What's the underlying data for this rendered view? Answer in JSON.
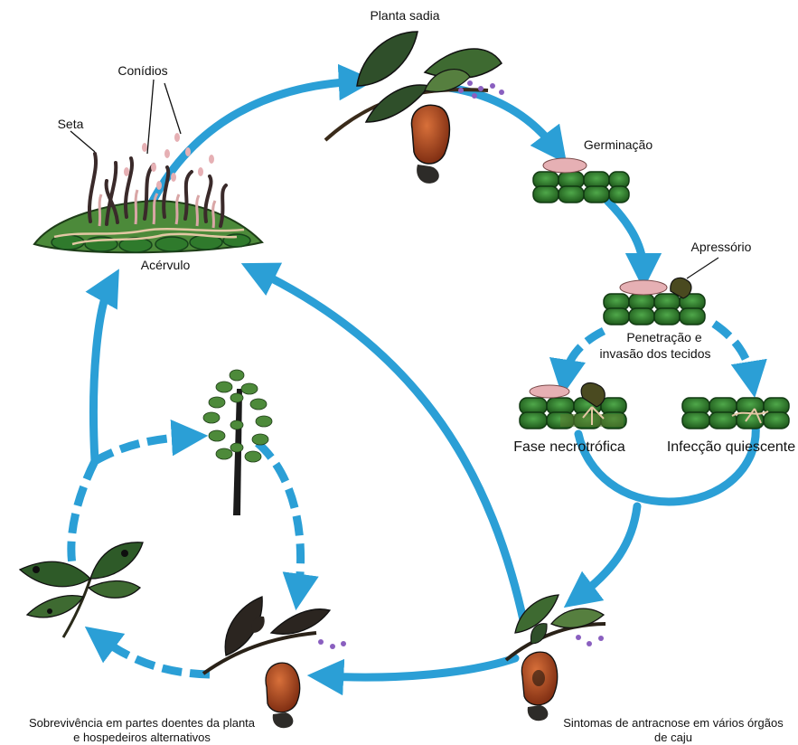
{
  "labels": {
    "planta_sadia": "Planta sadia",
    "conidios": "Conídios",
    "seta": "Seta",
    "germinacao": "Germinação",
    "apressorio": "Apressório",
    "acervulo": "Acérvulo",
    "penetracao_1": "Penetração e",
    "penetracao_2": "invasão dos tecidos",
    "fase_necrotrofica": "Fase necrotrófica",
    "infeccao_quiescente": "Infecção quiescente",
    "sobrevivencia_1": "Sobrevivência em partes doentes da planta",
    "sobrevivencia_2": "e  hospedeiros alternativos",
    "sintomas_1": "Sintomas de antracnose em vários órgãos",
    "sintomas_2": "de caju"
  },
  "colors": {
    "arrow": "#2b9fd6",
    "leaf_dark": "#2f4f2a",
    "leaf_light": "#6a9a4a",
    "tissue": "#3f8f3a",
    "tissue_dark": "#255f22",
    "fruit": "#b2471f",
    "nut": "#2d2b28",
    "flower": "#8a5fbf",
    "spore": "#e6b0b4",
    "hypha": "#e3c7a4"
  }
}
